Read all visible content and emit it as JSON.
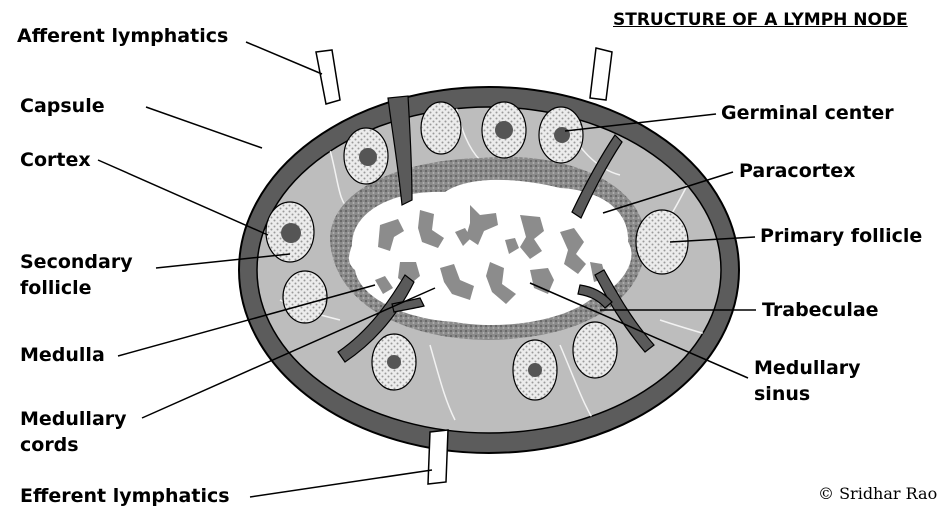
{
  "title": "STRUCTURE OF A LYMPH NODE",
  "labels": {
    "afferent_lymphatics": "Afferent lymphatics",
    "capsule": "Capsule",
    "cortex": "Cortex",
    "secondary_follicle_line1": "Secondary",
    "secondary_follicle_line2": "follicle",
    "medulla": "Medulla",
    "medullary_cords_line1": "Medullary",
    "medullary_cords_line2": "cords",
    "efferent_lymphatics": "Efferent lymphatics",
    "germinal_center": "Germinal center",
    "paracortex": "Paracortex",
    "primary_follicle": "Primary follicle",
    "trabeculae": "Trabeculae",
    "medullary_sinus_line1": "Medullary",
    "medullary_sinus_line2": "sinus"
  },
  "credit": "© Sridhar Rao",
  "colors": {
    "capsule": "#5c5c5c",
    "cortex": "#bdbdbd",
    "paracortex": "#7a7a7a",
    "trabeculae": "#5a5a5a",
    "sinus": "#ffffff",
    "follicle": "#ececec"
  }
}
